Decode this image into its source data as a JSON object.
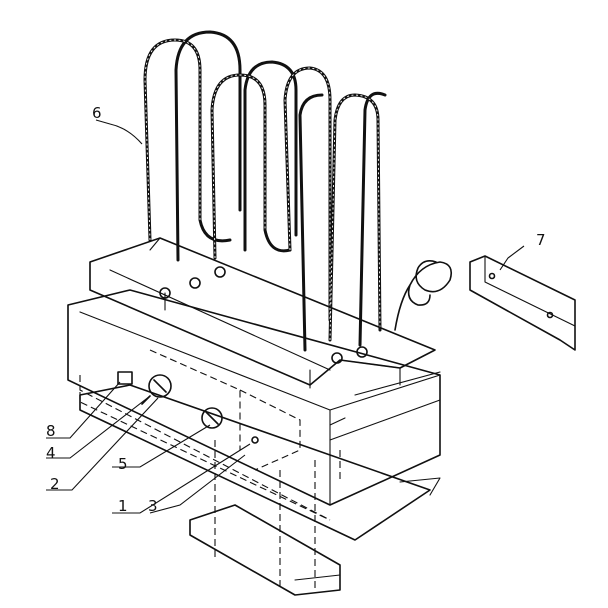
{
  "callouts": {
    "c6": "6",
    "c7": "7",
    "c8": "8",
    "c4": "4",
    "c5": "5",
    "c2": "2",
    "c1": "1",
    "c3": "3"
  }
}
